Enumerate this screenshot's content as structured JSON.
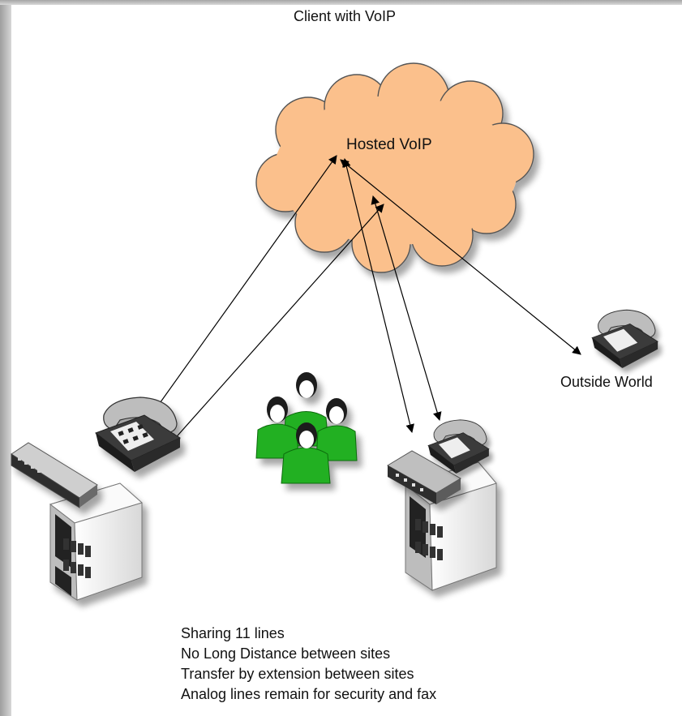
{
  "diagram": {
    "title": "Client with  VoIP",
    "cloud_label": "Hosted VoIP",
    "outside_label": "Outside World",
    "notes": [
      "Sharing 11 lines",
      "No Long Distance between sites",
      "Transfer by extension between sites",
      "Analog lines remain for security and fax"
    ]
  },
  "colors": {
    "cloud_fill": "#fbc08c",
    "cloud_stroke": "#555555",
    "people_fill": "#22b022",
    "phone_body": "#2e2e2e",
    "building": "#f2f2f2"
  },
  "icons": [
    "cloud-icon",
    "phone-icon",
    "router-icon",
    "building-icon",
    "people-group-icon"
  ]
}
